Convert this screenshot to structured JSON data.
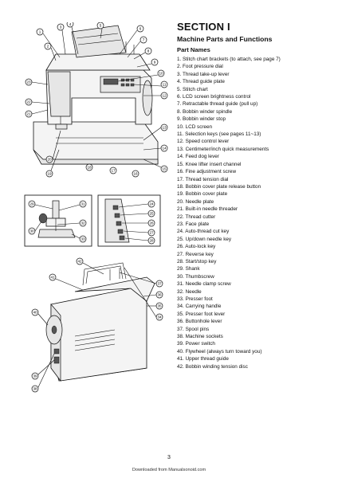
{
  "section_heading": "SECTION I",
  "section_title": "Machine Parts and Functions",
  "parts_heading": "Part Names",
  "parts": [
    "1.  Stitch chart brackets (to attach, see page 7)",
    "2.  Foot pressure dial",
    "3.  Thread take-up lever",
    "4.  Thread guide plate",
    "5.  Stitch chart",
    "6.  LCD screen brightness control",
    "7.  Retractable thread guide (pull up)",
    "8.  Bobbin winder spindle",
    "9.  Bobbin winder stop",
    "10. LCD screen",
    "11. Selection keys (see pages 11~13)",
    "12. Speed control lever",
    "13. Centimeter/inch quick measurements",
    "14. Feed dog lever",
    "15. Knee lifter insert channel",
    "16. Fine adjustment screw",
    "17. Thread tension dial",
    "18. Bobbin cover plate release button",
    "19. Bobbin cover plate",
    "20. Needle plate",
    "21. Built-in needle threader",
    "22. Thread cutter",
    "23. Face plate",
    "24. Auto-thread cut key",
    "25. Up/down needle key",
    "26. Auto-lock key",
    "27. Reverse key",
    "28. Start/stop key",
    "29. Shank",
    "30. Thumbscrew",
    "31. Needle clamp screw",
    "32. Needle",
    "33. Presser foot",
    "34. Carrying handle",
    "35. Presser foot lever",
    "36. Buttonhole lever",
    "37. Spool pins",
    "38. Machine sockets",
    "39. Power switch",
    "40. Flywheel (always turn toward you)",
    "41. Upper thread guide",
    "42. Bobbin winding tension disc"
  ],
  "figure_callouts": {
    "top": [
      "1",
      "2",
      "3",
      "4",
      "5",
      "6",
      "7",
      "8",
      "9",
      "10",
      "11",
      "12",
      "13",
      "14",
      "15",
      "16",
      "17",
      "18",
      "19",
      "20",
      "21",
      "22",
      "23"
    ],
    "inset_left": [
      "29",
      "30",
      "31",
      "32",
      "33"
    ],
    "inset_right": [
      "24",
      "25",
      "26",
      "27",
      "28"
    ],
    "bottom": [
      "34",
      "35",
      "36",
      "37",
      "38",
      "39",
      "40",
      "41",
      "42"
    ]
  },
  "page_number": "3",
  "footer": "Downloaded from Manualsonoid.com"
}
